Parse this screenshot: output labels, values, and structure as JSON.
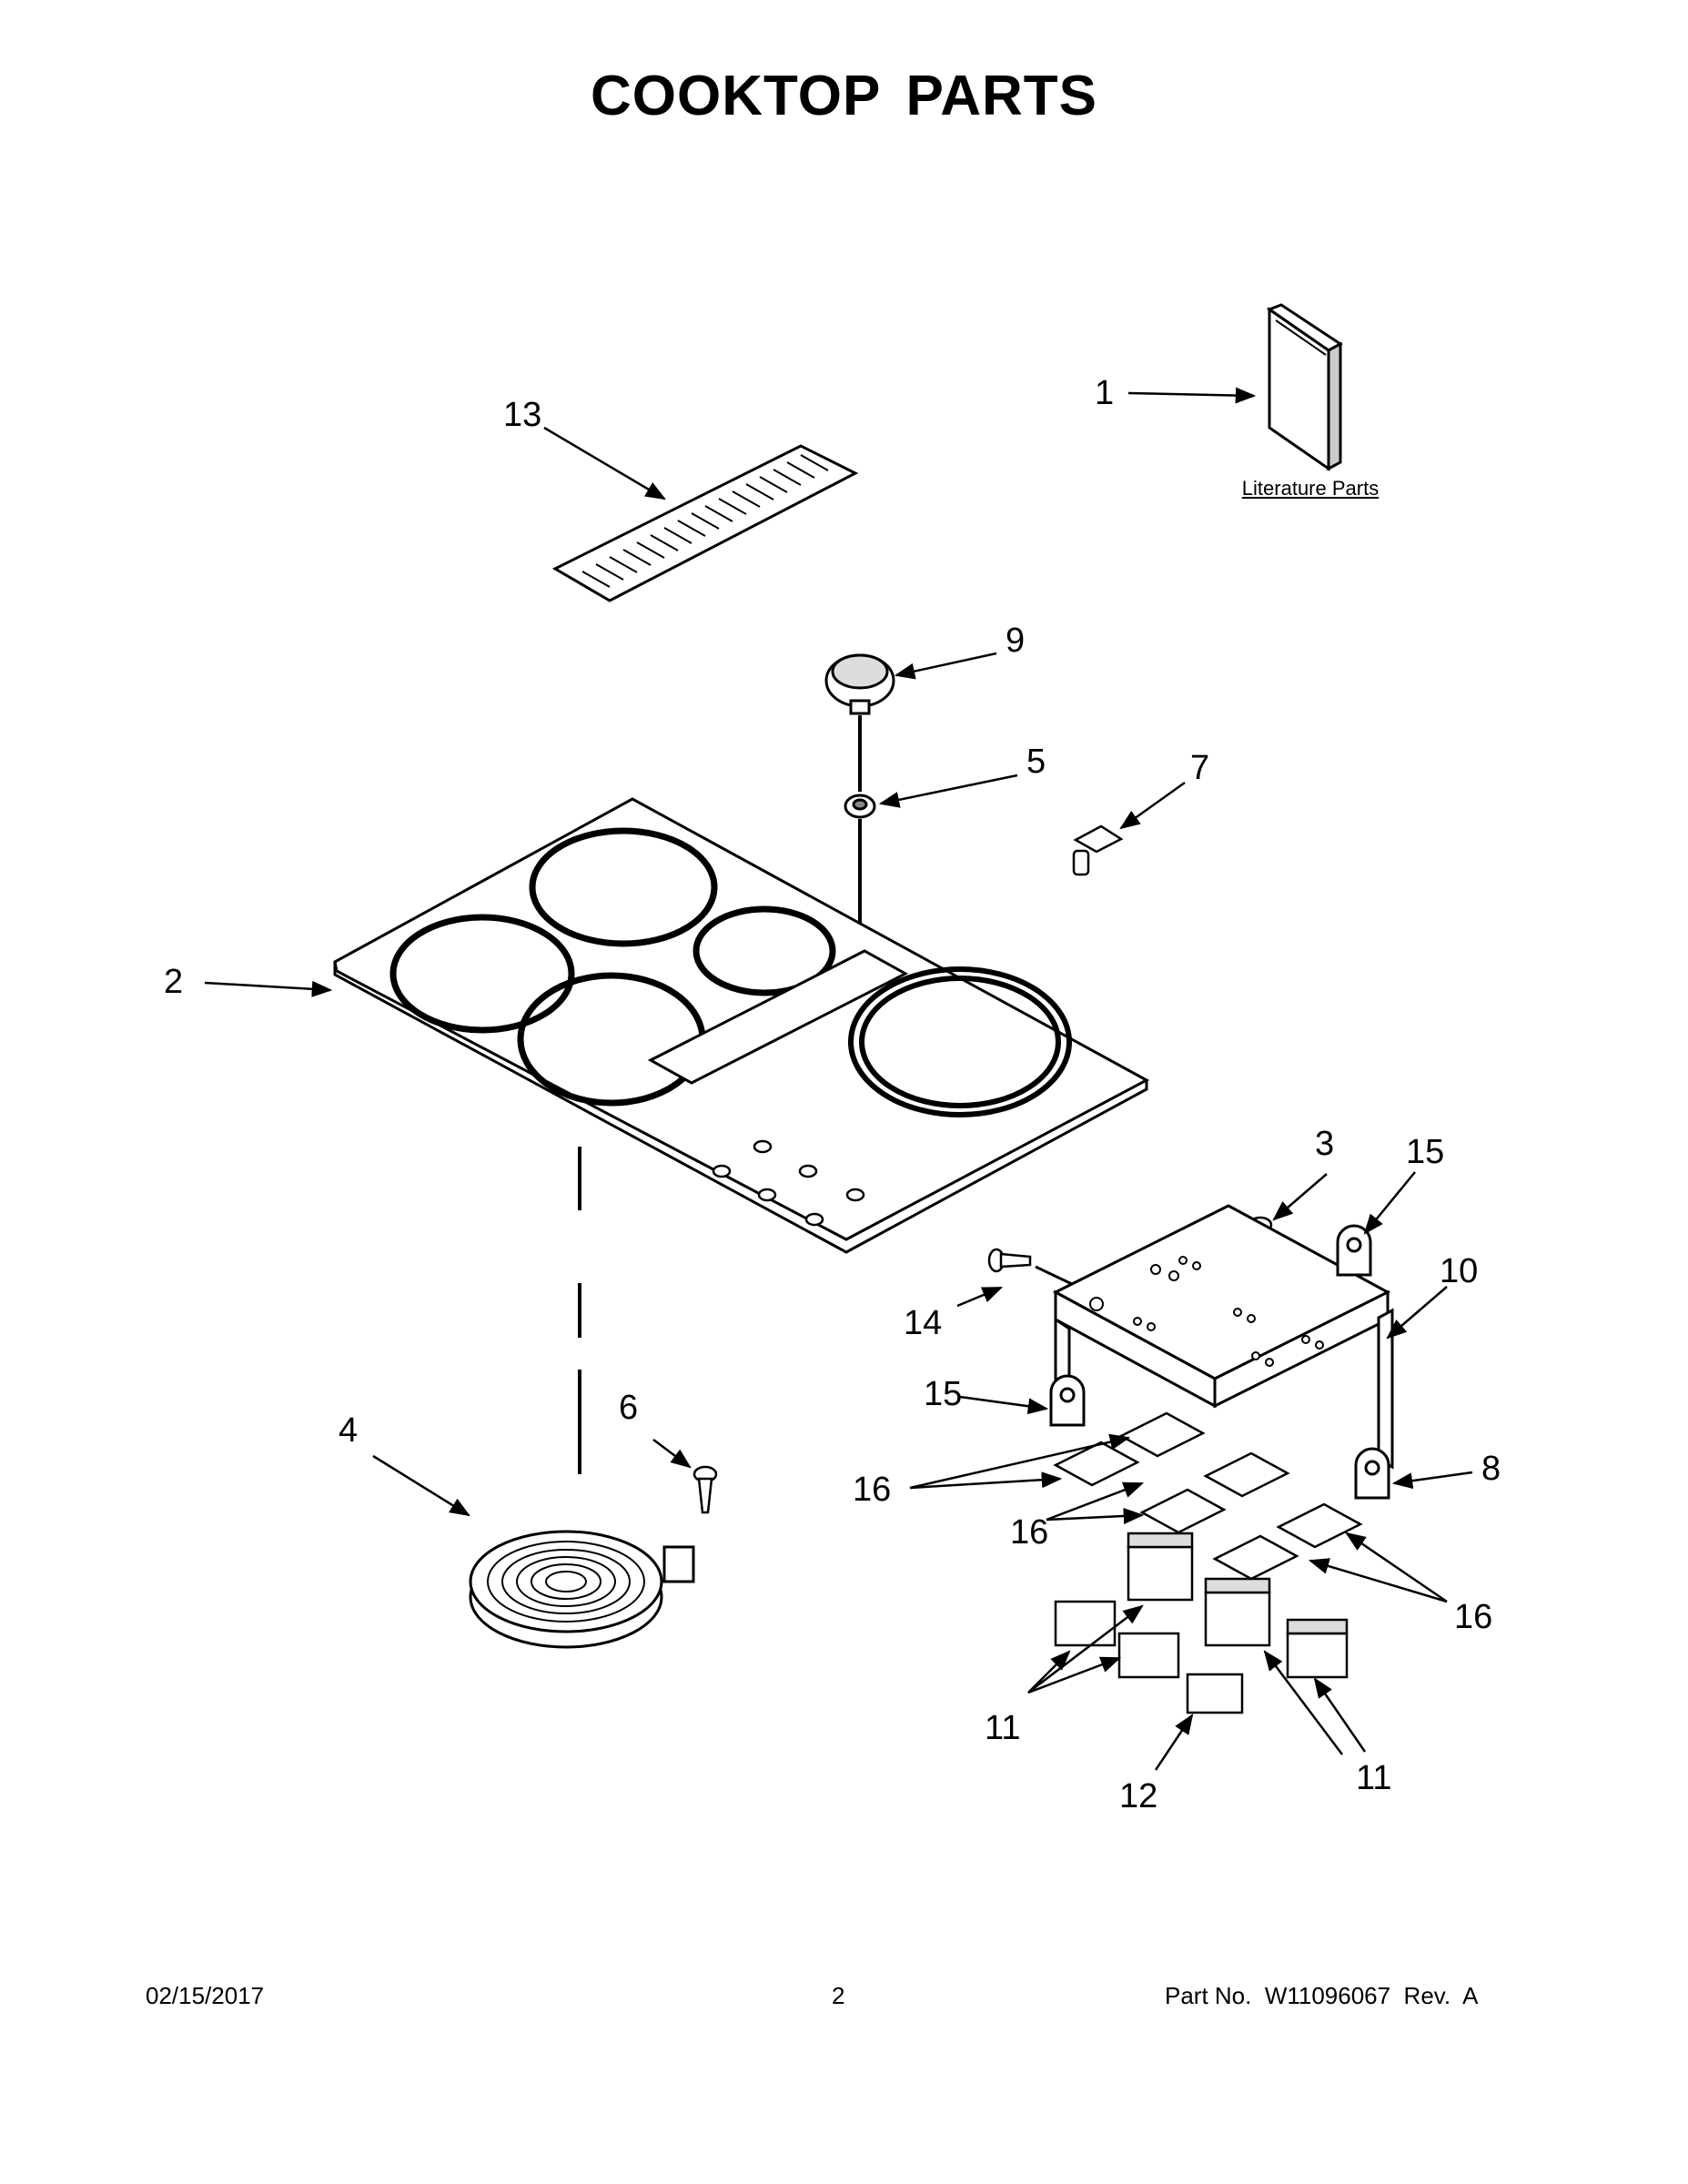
{
  "page": {
    "title": "COOKTOP PARTS",
    "literature_label": "Literature Parts"
  },
  "callouts": {
    "c1": "1",
    "c2": "2",
    "c3": "3",
    "c4": "4",
    "c5": "5",
    "c6": "6",
    "c7": "7",
    "c8": "8",
    "c9": "9",
    "c10": "10",
    "c11a": "11",
    "c11b": "11",
    "c12": "12",
    "c13": "13",
    "c14": "14",
    "c15a": "15",
    "c15b": "15",
    "c16a": "16",
    "c16b": "16",
    "c16c": "16"
  },
  "footer": {
    "date": "02/15/2017",
    "page_number": "2",
    "part_number": "Part No.  W11096067  Rev.  A"
  }
}
